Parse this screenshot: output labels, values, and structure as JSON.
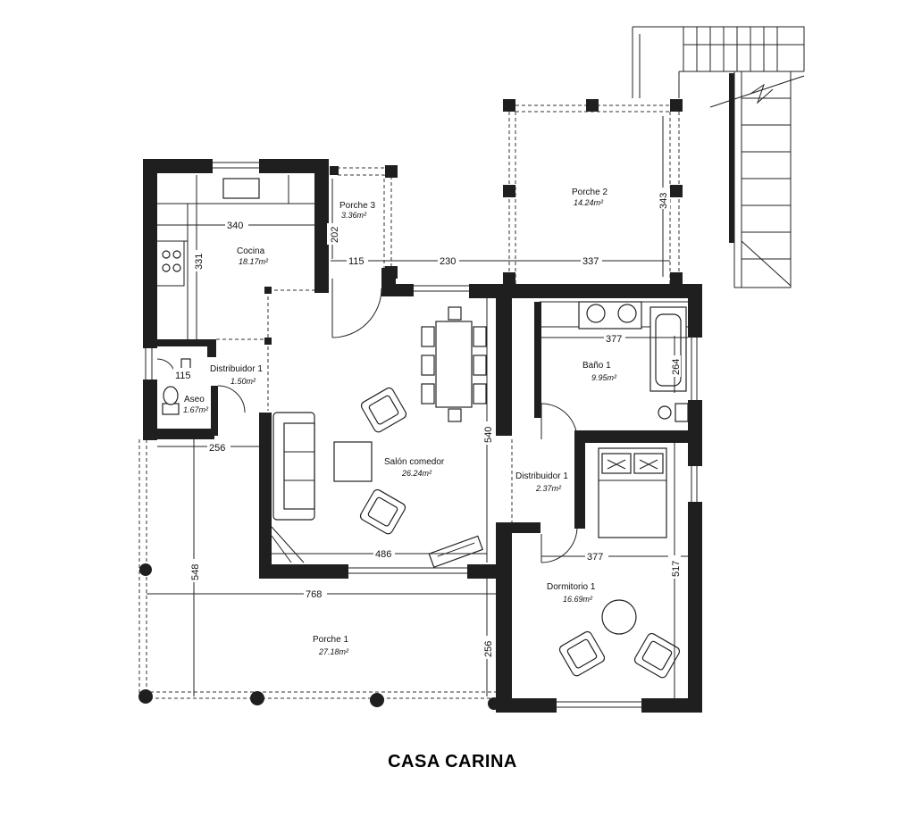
{
  "title": "CASA CARINA",
  "rooms": {
    "cocina": {
      "name": "Cocina",
      "area": "18.17m²"
    },
    "porche3": {
      "name": "Porche 3",
      "area": "3.36m²"
    },
    "porche2": {
      "name": "Porche 2",
      "area": "14.24m²"
    },
    "distribuidor_w": {
      "name": "Distribuidor 1",
      "area": "1.50m²"
    },
    "aseo": {
      "name": "Aseo",
      "area": "1.67m²"
    },
    "salon": {
      "name": "Salón comedor",
      "area": "26.24m²"
    },
    "bano": {
      "name": "Baño 1",
      "area": "9.95m²"
    },
    "distribuidor_e": {
      "name": "Distribuidor 1",
      "area": "2.37m²"
    },
    "dormitorio": {
      "name": "Dormitorio 1",
      "area": "16.69m²"
    },
    "porche1": {
      "name": "Porche 1",
      "area": "27.18m²"
    }
  },
  "dimensions": {
    "d340": "340",
    "d331": "331",
    "d202": "202",
    "d115a": "115",
    "d230": "230",
    "d337": "337",
    "d343": "343",
    "d377a": "377",
    "d264": "264",
    "d115b": "115",
    "d256a": "256",
    "d540": "540",
    "d486": "486",
    "d377b": "377",
    "d517": "517",
    "d548": "548",
    "d768": "768",
    "d256b": "256"
  }
}
